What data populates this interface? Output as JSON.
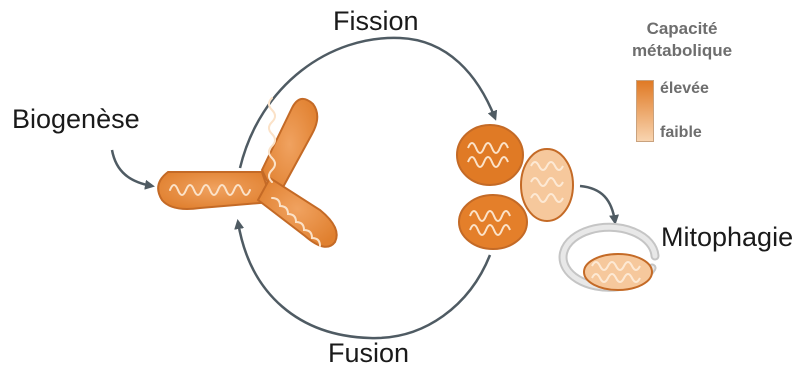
{
  "labels": {
    "fission": "Fission",
    "fusion": "Fusion",
    "biogenesis": "Biogenèse",
    "mitophagy": "Mitophagie"
  },
  "legend": {
    "title_line1": "Capacité",
    "title_line2": "métabolique",
    "high": "élevée",
    "low": "faible"
  },
  "colors": {
    "high_capacity": "#e07a25",
    "low_capacity": "#f6c89c",
    "membrane_outline": "#c46a26",
    "arrow": "#4f5b63",
    "autophagosome": "#dcdcdc"
  }
}
